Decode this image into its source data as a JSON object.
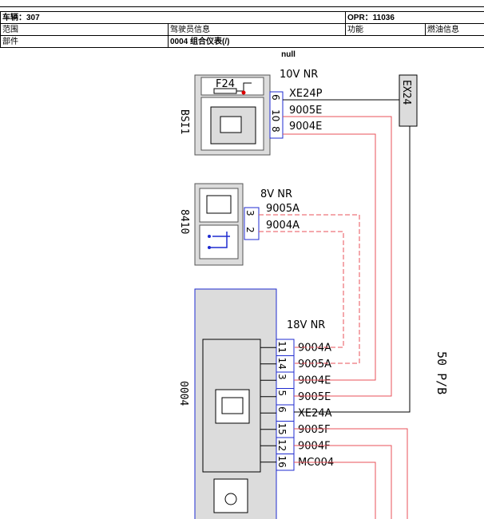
{
  "header": {
    "vehicle": "车辆：307",
    "opr": "OPR：11036",
    "scope_label": "范围",
    "scope_value": "驾驶员信息",
    "function_label": "功能",
    "function_value": "燃油信息",
    "part_label": "部件",
    "part_value": "0004 组合仪表(/)"
  },
  "null_label": "null",
  "components": {
    "bsi": {
      "id": "BSI1",
      "voltage": "10V NR",
      "fuse": "F24",
      "pins": [
        "6",
        "10",
        "8"
      ],
      "wires": [
        "XE24P",
        "9005E",
        "9004E"
      ]
    },
    "c8410": {
      "id": "8410",
      "voltage": "8V NR",
      "pins": [
        "3",
        "2"
      ],
      "wires": [
        "9005A",
        "9004A"
      ]
    },
    "c0004": {
      "id": "0004",
      "voltage": "18V NR",
      "pins": [
        "11",
        "14",
        "3",
        "5",
        "6",
        "15",
        "12",
        "16"
      ],
      "wires": [
        "9004A",
        "9005A",
        "9004E",
        "9005E",
        "XE24A",
        "9005F",
        "9004F",
        "MC004"
      ]
    },
    "ground": {
      "id": "EX24"
    }
  },
  "side_label": "50 P/B",
  "colors": {
    "wire_red": "#e8505a",
    "frame_blue": "#1f2bd0",
    "box_gray": "#dcdcdc"
  }
}
